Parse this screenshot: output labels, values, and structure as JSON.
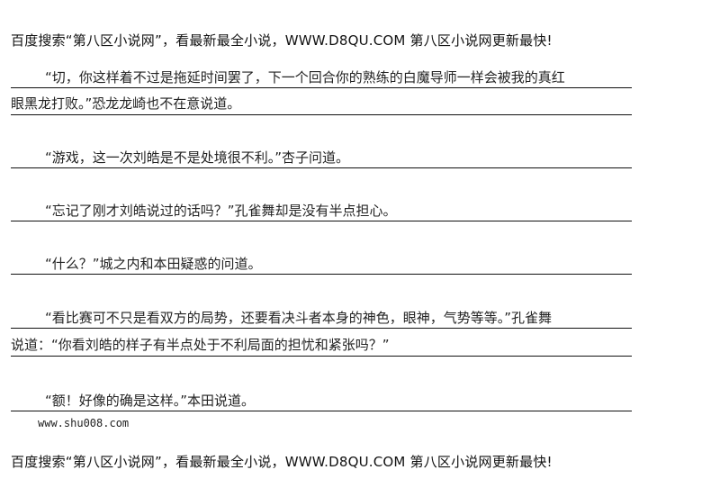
{
  "header_ad": "百度搜索“第八区小说网”，看最新最全小说，WWW.D8QU.COM  第八区小说网更新最快!",
  "paragraphs": [
    [
      "“切，你这样着不过是拖延时间罢了，下一个回合你的熟练的白魔导师一样会被我的真红",
      "眼黑龙打败。”恐龙龙崎也不在意说道。"
    ],
    [
      "“游戏，这一次刘皓是不是处境很不利。”杏子问道。"
    ],
    [
      "“忘记了刚才刘皓说过的话吗？”孔雀舞却是没有半点担心。"
    ],
    [
      "“什么？”城之内和本田疑惑的问道。"
    ],
    [
      "“看比赛可不只是看双方的局势，还要看决斗者本身的神色，眼神，气势等等。”孔雀舞",
      "说道：“你看刘皓的样子有半点处于不利局面的担忧和紧张吗？”"
    ],
    [
      "“额！好像的确是这样。”本田说道。"
    ]
  ],
  "watermark": "www.shu008.com",
  "footer_ad": "百度搜索“第八区小说网”，看最新最全小说，WWW.D8QU.COM  第八区小说网更新最快!"
}
